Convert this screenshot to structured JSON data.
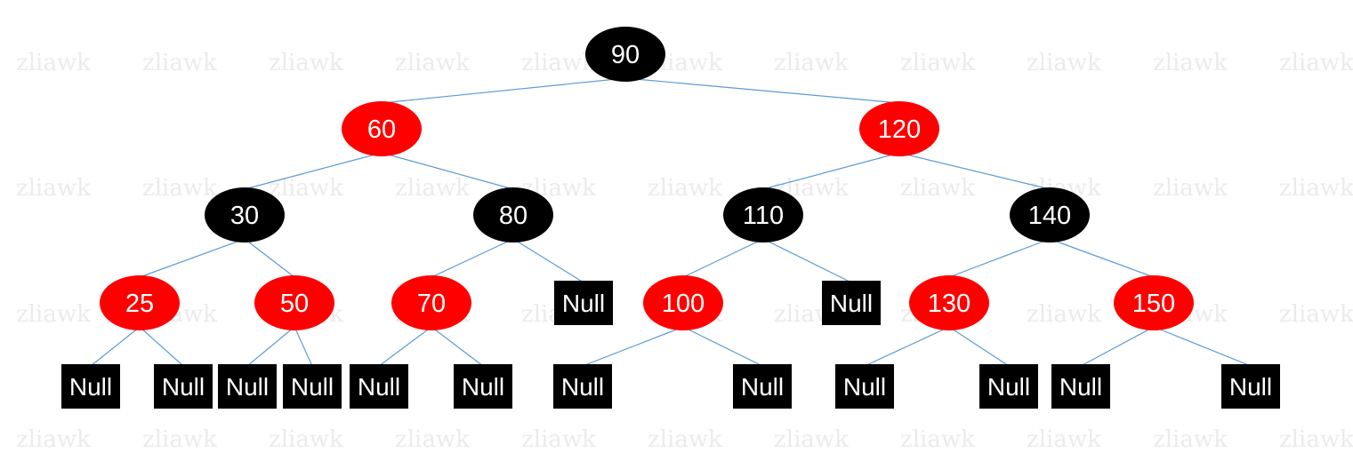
{
  "colors": {
    "red": "#ff0000",
    "black": "#000000",
    "edge": "#5b9bd5",
    "text": "#ffffff",
    "watermark": "#ebebeb"
  },
  "watermark": {
    "text": "zliawk"
  },
  "tree": {
    "nodes": [
      {
        "id": "n90",
        "label": "90",
        "color": "black"
      },
      {
        "id": "n60",
        "label": "60",
        "color": "red"
      },
      {
        "id": "n120",
        "label": "120",
        "color": "red"
      },
      {
        "id": "n30",
        "label": "30",
        "color": "black"
      },
      {
        "id": "n80",
        "label": "80",
        "color": "black"
      },
      {
        "id": "n110",
        "label": "110",
        "color": "black"
      },
      {
        "id": "n140",
        "label": "140",
        "color": "black"
      },
      {
        "id": "n25",
        "label": "25",
        "color": "red"
      },
      {
        "id": "n50",
        "label": "50",
        "color": "red"
      },
      {
        "id": "n70",
        "label": "70",
        "color": "red"
      },
      {
        "id": "n100",
        "label": "100",
        "color": "red"
      },
      {
        "id": "n130",
        "label": "130",
        "color": "red"
      },
      {
        "id": "n150",
        "label": "150",
        "color": "red"
      }
    ],
    "null_label": "Null",
    "nulls": [
      {
        "id": "null-80-right",
        "parent": "n80"
      },
      {
        "id": "null-110-right",
        "parent": "n110"
      },
      {
        "id": "null-25-left",
        "parent": "n25"
      },
      {
        "id": "null-25-right",
        "parent": "n25"
      },
      {
        "id": "null-50-left",
        "parent": "n50"
      },
      {
        "id": "null-50-right",
        "parent": "n50"
      },
      {
        "id": "null-70-left",
        "parent": "n70"
      },
      {
        "id": "null-70-right",
        "parent": "n70"
      },
      {
        "id": "null-100-left",
        "parent": "n100"
      },
      {
        "id": "null-100-right",
        "parent": "n100"
      },
      {
        "id": "null-130-left",
        "parent": "n130"
      },
      {
        "id": "null-130-right",
        "parent": "n130"
      },
      {
        "id": "null-150-left",
        "parent": "n150"
      },
      {
        "id": "null-150-right",
        "parent": "n150"
      }
    ],
    "edges": [
      [
        "n90",
        "n60"
      ],
      [
        "n90",
        "n120"
      ],
      [
        "n60",
        "n30"
      ],
      [
        "n60",
        "n80"
      ],
      [
        "n120",
        "n110"
      ],
      [
        "n120",
        "n140"
      ],
      [
        "n30",
        "n25"
      ],
      [
        "n30",
        "n50"
      ],
      [
        "n80",
        "n70"
      ],
      [
        "n80",
        "null-80-right"
      ],
      [
        "n110",
        "n100"
      ],
      [
        "n110",
        "null-110-right"
      ],
      [
        "n140",
        "n130"
      ],
      [
        "n140",
        "n150"
      ],
      [
        "n25",
        "null-25-left"
      ],
      [
        "n25",
        "null-25-right"
      ],
      [
        "n50",
        "null-50-left"
      ],
      [
        "n50",
        "null-50-right"
      ],
      [
        "n70",
        "null-70-left"
      ],
      [
        "n70",
        "null-70-right"
      ],
      [
        "n100",
        "null-100-left"
      ],
      [
        "n100",
        "null-100-right"
      ],
      [
        "n130",
        "null-130-left"
      ],
      [
        "n130",
        "null-130-right"
      ],
      [
        "n150",
        "null-150-left"
      ],
      [
        "n150",
        "null-150-right"
      ]
    ]
  }
}
